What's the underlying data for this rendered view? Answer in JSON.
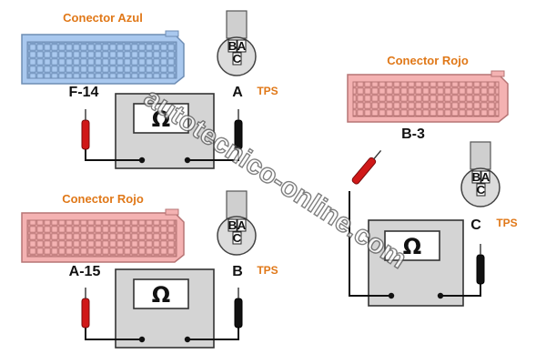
{
  "watermark": "autotecnico-online.com",
  "colors": {
    "blue_connector": "#a9c8ee",
    "red_connector": "#f4b2b2",
    "accent_orange": "#e07818",
    "probe_red": "#d01818",
    "probe_black": "#111111",
    "meter_body": "#d4d4d4"
  },
  "icons": {
    "meter": "ohmmeter-icon",
    "sensor": "tps-sensor-icon"
  },
  "panels": [
    {
      "connector_label": "Conector Azul",
      "connector_color": "blue",
      "pin_label": "F-14",
      "sensor_pins": [
        "B",
        "A",
        "C"
      ],
      "sensor_pin_tested": "A",
      "sensor_label": "TPS",
      "meter_symbol": "Ω"
    },
    {
      "connector_label": "Conector Rojo",
      "connector_color": "red",
      "pin_label": "A-15",
      "sensor_pins": [
        "B",
        "A",
        "C"
      ],
      "sensor_pin_tested": "B",
      "sensor_label": "TPS",
      "meter_symbol": "Ω"
    },
    {
      "connector_label": "Conector Rojo",
      "connector_color": "red",
      "pin_label": "B-3",
      "sensor_pins": [
        "B",
        "A",
        "C"
      ],
      "sensor_pin_tested": "C",
      "sensor_label": "TPS",
      "meter_symbol": "Ω"
    }
  ]
}
